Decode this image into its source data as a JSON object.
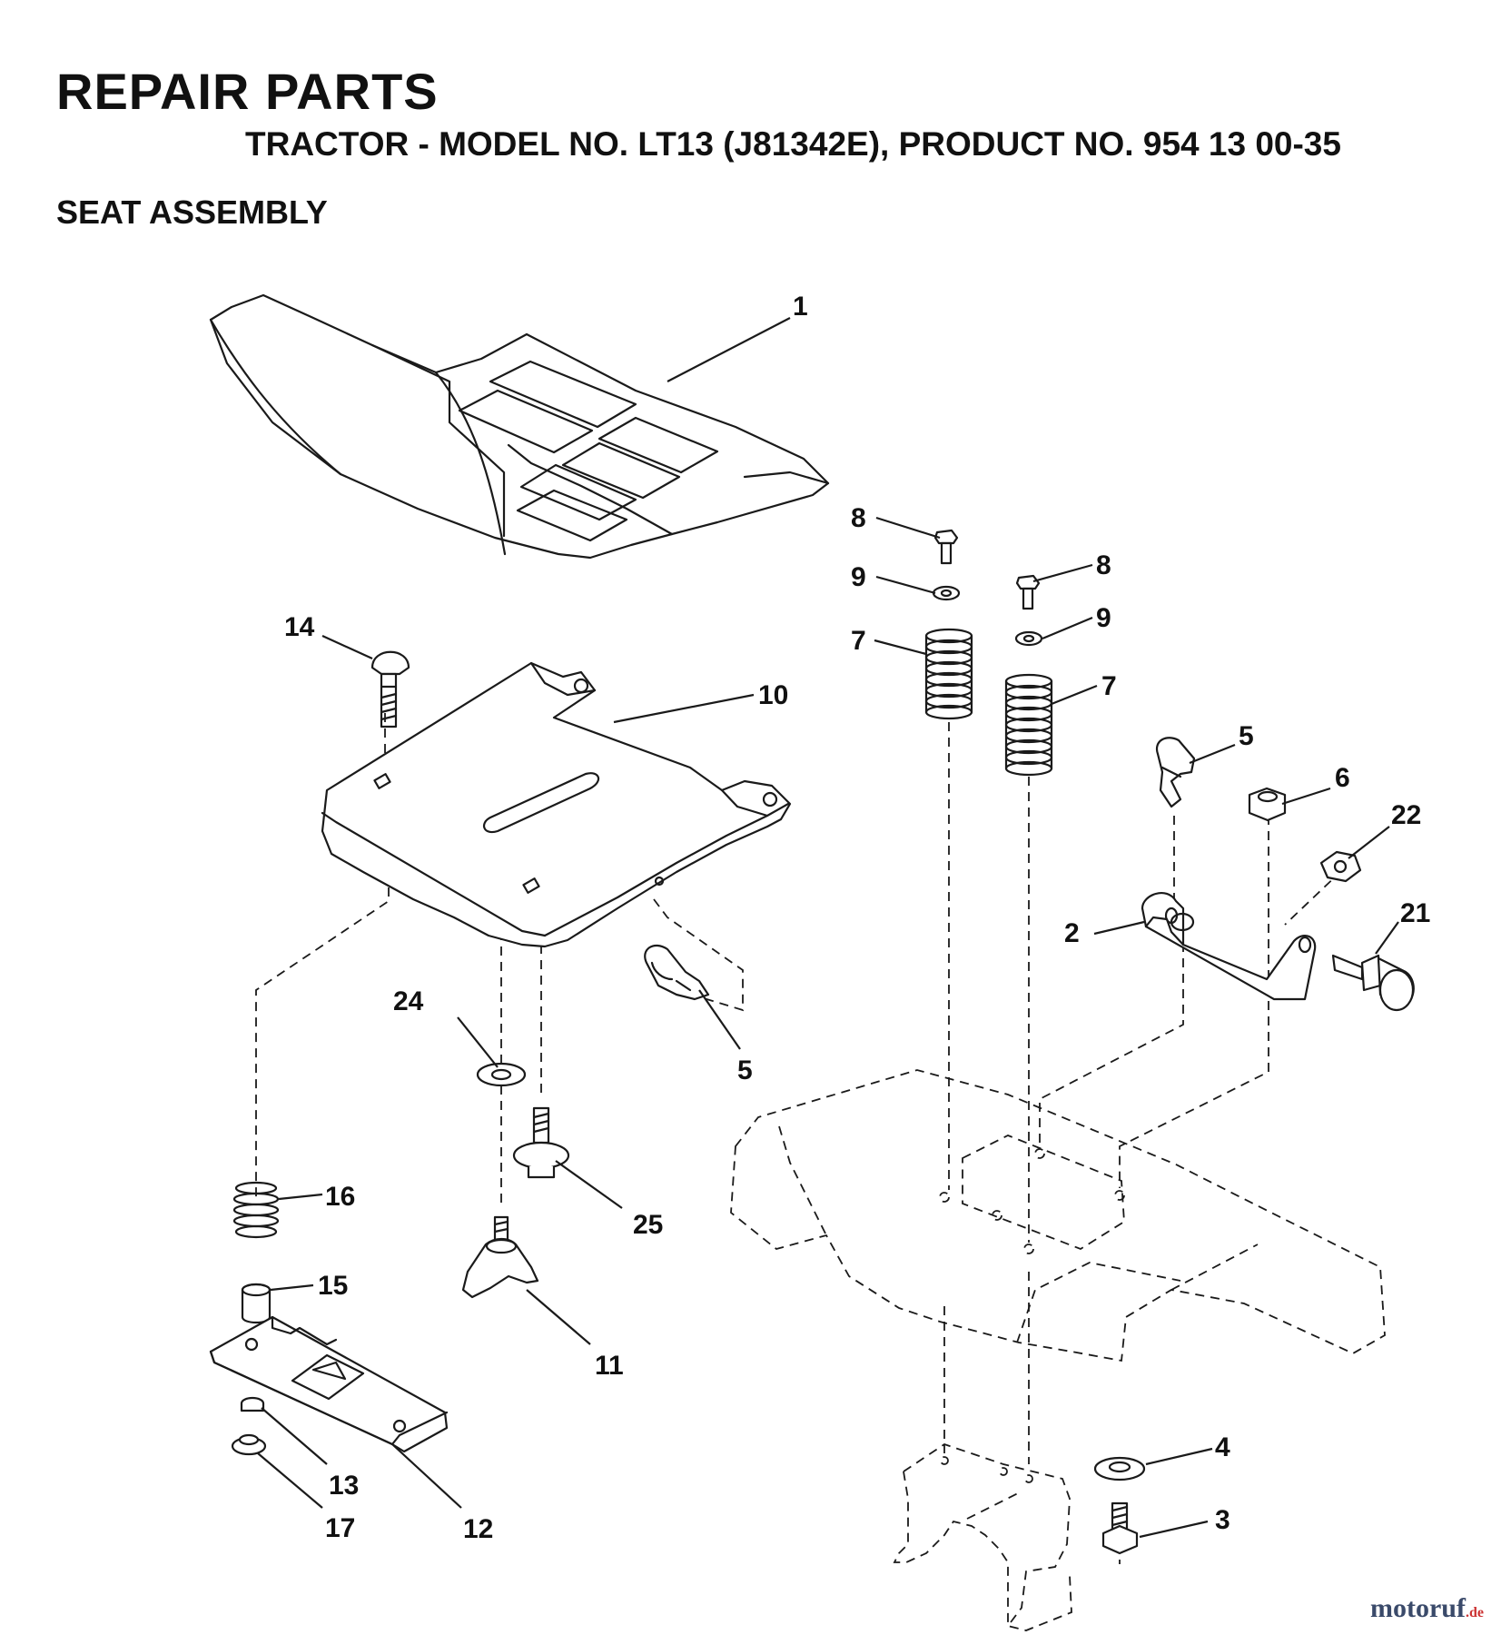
{
  "header": {
    "title": "REPAIR PARTS",
    "subtitle": "TRACTOR - MODEL NO. LT13 (J81342E), PRODUCT NO. 954 13 00-35",
    "section": "SEAT ASSEMBLY"
  },
  "callouts": [
    {
      "id": "c1",
      "label": "1"
    },
    {
      "id": "c2",
      "label": "2"
    },
    {
      "id": "c3",
      "label": "3"
    },
    {
      "id": "c4",
      "label": "4"
    },
    {
      "id": "c5a",
      "label": "5"
    },
    {
      "id": "c5b",
      "label": "5"
    },
    {
      "id": "c6",
      "label": "6"
    },
    {
      "id": "c7a",
      "label": "7"
    },
    {
      "id": "c7b",
      "label": "7"
    },
    {
      "id": "c8a",
      "label": "8"
    },
    {
      "id": "c8b",
      "label": "8"
    },
    {
      "id": "c9a",
      "label": "9"
    },
    {
      "id": "c9b",
      "label": "9"
    },
    {
      "id": "c10",
      "label": "10"
    },
    {
      "id": "c11",
      "label": "11"
    },
    {
      "id": "c12",
      "label": "12"
    },
    {
      "id": "c13",
      "label": "13"
    },
    {
      "id": "c14",
      "label": "14"
    },
    {
      "id": "c15",
      "label": "15"
    },
    {
      "id": "c16",
      "label": "16"
    },
    {
      "id": "c17",
      "label": "17"
    },
    {
      "id": "c21",
      "label": "21"
    },
    {
      "id": "c22",
      "label": "22"
    },
    {
      "id": "c24",
      "label": "24"
    },
    {
      "id": "c25",
      "label": "25"
    }
  ],
  "watermark": {
    "brand": "motoruf",
    "tld": ".de"
  }
}
